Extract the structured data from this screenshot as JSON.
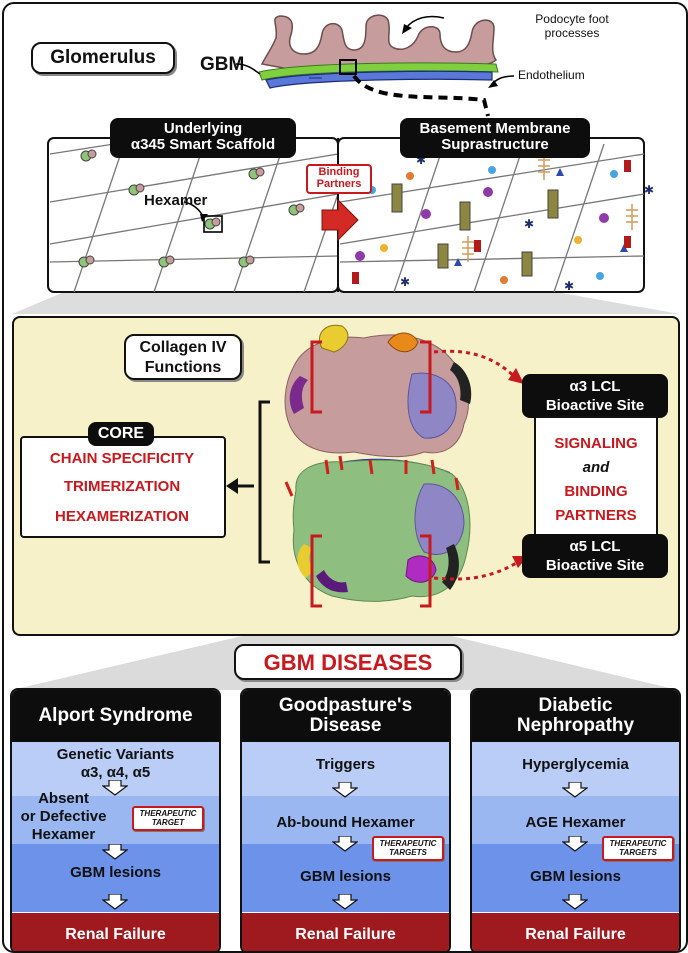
{
  "top": {
    "glomerulus": "Glomerulus",
    "gbm": "GBM",
    "podocyte": "Podocyte foot processes",
    "endothelium": "Endothelium"
  },
  "scaffold": {
    "left_title_1": "Underlying",
    "left_title_2": "α345 Smart Scaffold",
    "right_title_1": "Basement Membrane",
    "right_title_2": "Suprastructure",
    "binding_1": "Binding",
    "binding_2": "Partners",
    "hexamer": "Hexamer"
  },
  "functions": {
    "title_1": "Collagen IV",
    "title_2": "Functions",
    "core": "CORE",
    "core_items": [
      "CHAIN SPECIFICITY",
      "TRIMERIZATION",
      "HEXAMERIZATION"
    ],
    "a3_1": "α3 LCL",
    "a3_2": "Bioactive Site",
    "a5_1": "α5 LCL",
    "a5_2": "Bioactive Site",
    "signaling": "SIGNALING",
    "and": "and",
    "binding_1": "BINDING",
    "binding_2": "PARTNERS"
  },
  "diseases": {
    "title": "GBM DISEASES",
    "columns": [
      {
        "name": "Alport Syndrome",
        "steps": [
          "Genetic Variants",
          "α3, α4, α5",
          "Absent",
          "or Defective",
          "Hexamer",
          "GBM lesions"
        ],
        "tag": [
          "THERAPEUTIC",
          "TARGET"
        ],
        "end": "Renal Failure"
      },
      {
        "name_1": "Goodpasture's",
        "name_2": "Disease",
        "steps": [
          "Triggers",
          "Ab-bound Hexamer",
          "GBM lesions"
        ],
        "tag": [
          "THERAPEUTIC",
          "TARGETS"
        ],
        "end": "Renal Failure"
      },
      {
        "name_1": "Diabetic",
        "name_2": "Nephropathy",
        "steps": [
          "Hyperglycemia",
          "AGE Hexamer",
          "GBM lesions"
        ],
        "tag": [
          "THERAPEUTIC",
          "TARGETS"
        ],
        "end": "Renal Failure"
      }
    ]
  },
  "colors": {
    "yellow_panel": "#f7f1c9",
    "band_1": "#b9cdf6",
    "band_2": "#91b0f1",
    "band_3": "#6d92ea",
    "renal": "#9e1a1e",
    "accent_red": "#c8191e"
  }
}
